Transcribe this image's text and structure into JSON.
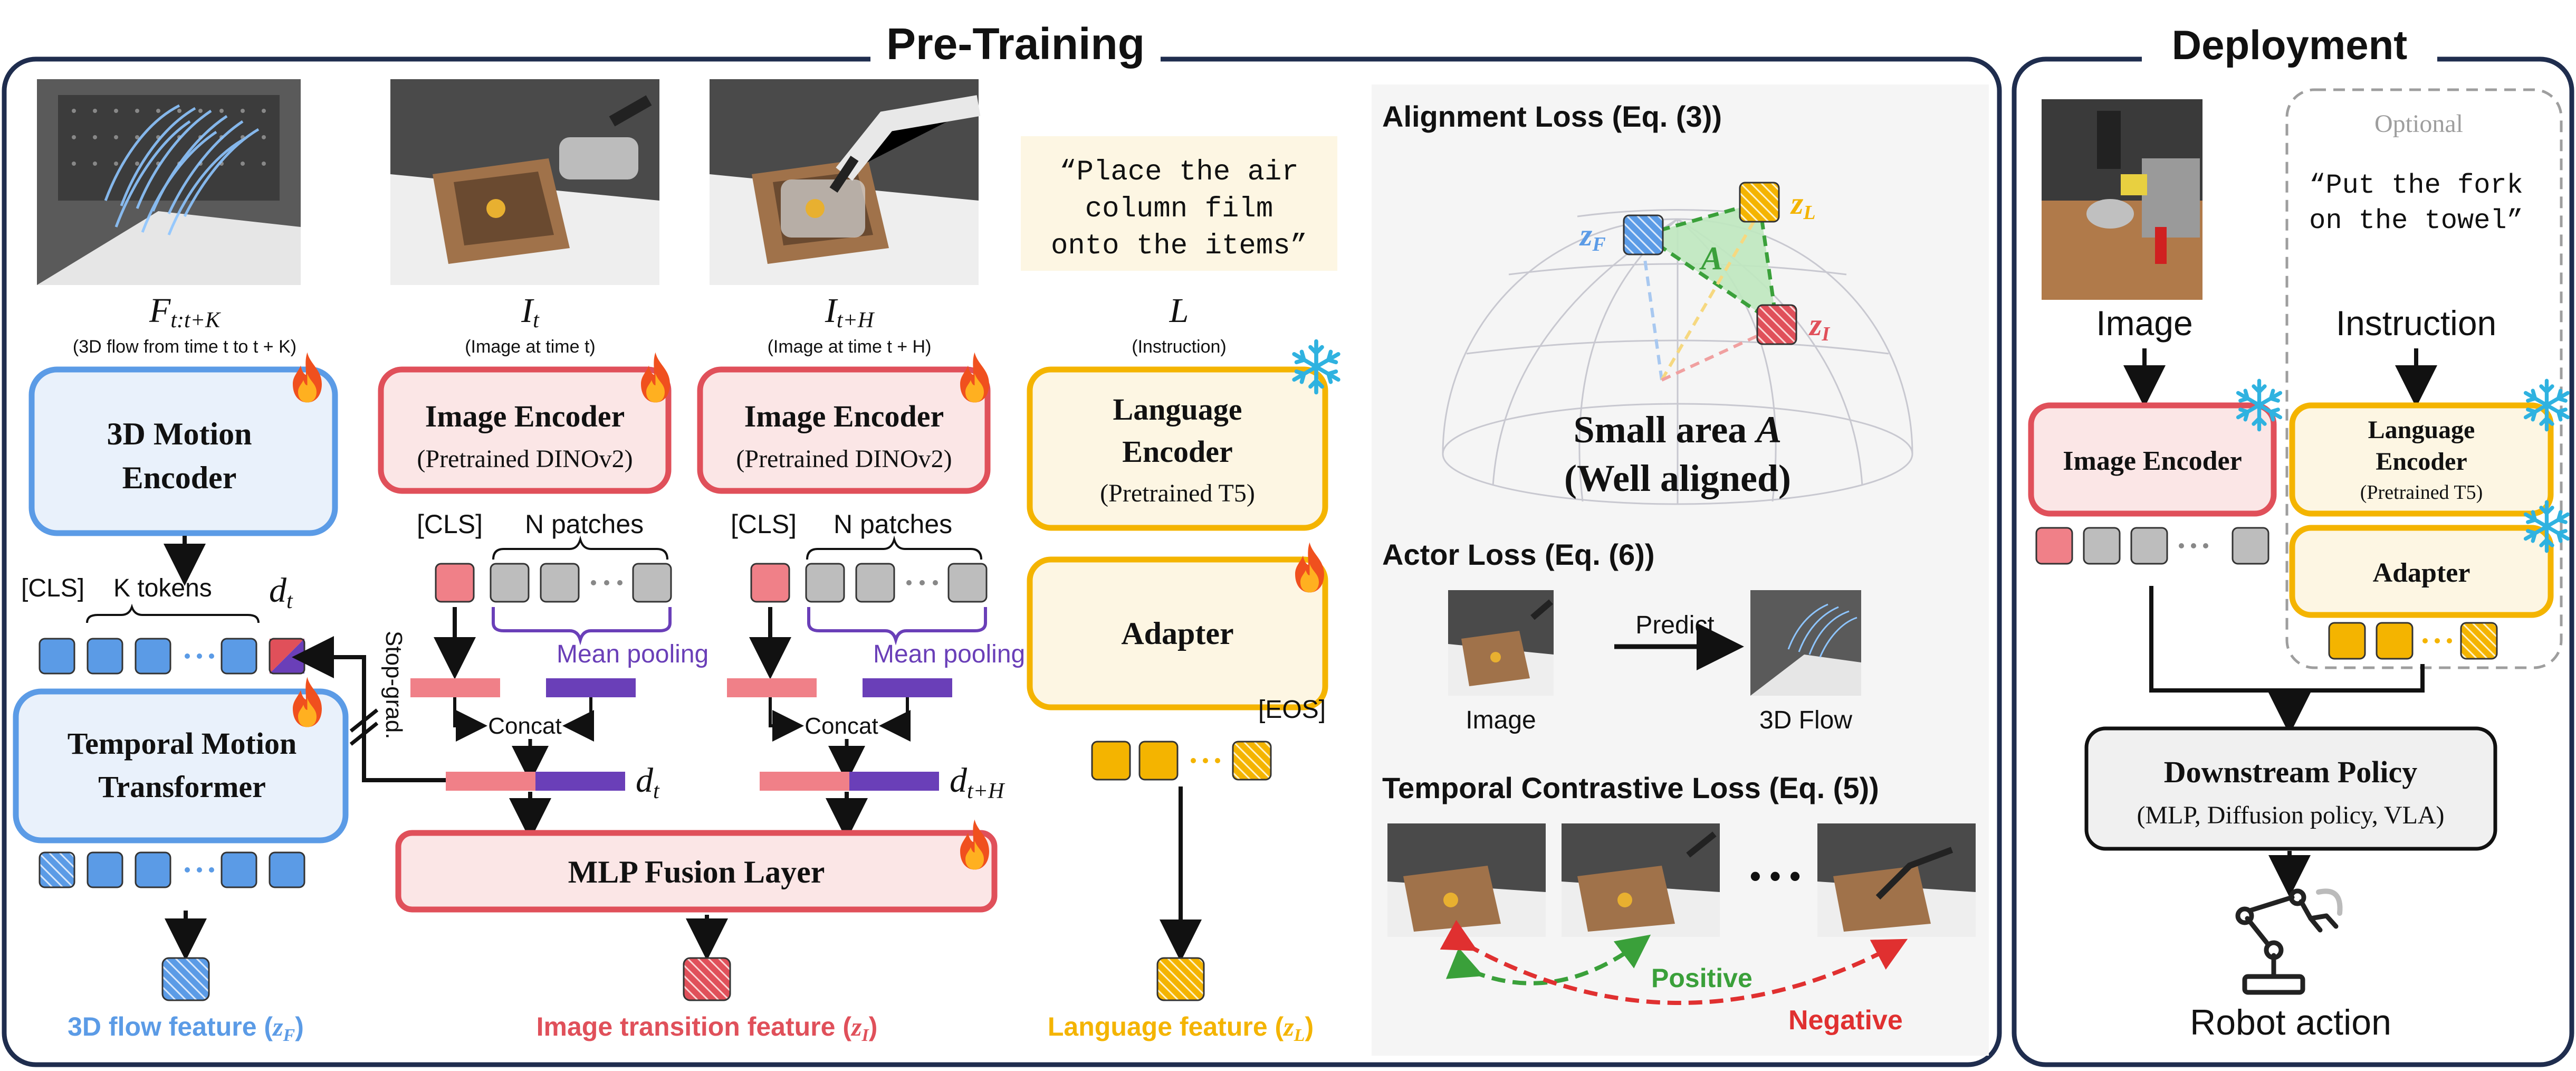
{
  "sections": {
    "pretraining": "Pre-Training",
    "deployment": "Deployment"
  },
  "colors": {
    "blue": "#5b9be6",
    "blue_fill": "#e9f1fb",
    "red": "#e0505a",
    "red_fill": "#fbe6e6",
    "yellow": "#f4b400",
    "yellow_fill": "#fdf6e3",
    "purple": "#6a3fb8",
    "pink": "#f08088",
    "green": "#3aa03a",
    "dashed_red": "#e03030",
    "gray_token": "#bdbdbd",
    "navy_frame": "#1f2d4e",
    "panel_bg": "#f5f5f5"
  },
  "flow": {
    "symbol": "F",
    "subscript": "t:t+K",
    "caption": "(3D flow from time t to t + K)",
    "encoder_line1": "3D Motion",
    "encoder_line2": "Encoder",
    "cls": "[CLS]",
    "tokens": "K tokens",
    "d": "d",
    "d_sub": "t",
    "stop_grad": "Stop-grad.",
    "transformer_line1": "Temporal Motion",
    "transformer_line2": "Transformer",
    "feature_label": "3D flow feature (",
    "feature_z": "z",
    "feature_sub": "F",
    "feature_close": ")"
  },
  "image_t": {
    "symbol": "I",
    "subscript": "t",
    "caption": "(Image at time t)",
    "encoder_line1": "Image Encoder",
    "encoder_line2": "(Pretrained DINOv2)",
    "cls": "[CLS]",
    "patches": "N patches",
    "pooling": "Mean pooling",
    "concat": "Concat",
    "d": "d",
    "d_sub": "t"
  },
  "image_th": {
    "symbol": "I",
    "subscript": "t+H",
    "caption": "(Image at time t + H)",
    "encoder_line1": "Image Encoder",
    "encoder_line2": "(Pretrained DINOv2)",
    "cls": "[CLS]",
    "patches": "N patches",
    "pooling": "Mean pooling",
    "concat": "Concat",
    "d": "d",
    "d_sub": "t+H"
  },
  "fusion": {
    "label": "MLP Fusion Layer",
    "feature_label": "Image transition feature (",
    "feature_z": "z",
    "feature_sub": "I",
    "feature_close": ")"
  },
  "language": {
    "quote_line1": "“Place the air",
    "quote_line2": "column film",
    "quote_line3": "onto the items”",
    "symbol": "L",
    "caption": "(Instruction)",
    "encoder_line1": "Language",
    "encoder_line2": "Encoder",
    "encoder_line3": "(Pretrained T5)",
    "adapter": "Adapter",
    "eos": "[EOS]",
    "feature_label": "Language feature (",
    "feature_z": "z",
    "feature_sub": "L",
    "feature_close": ")"
  },
  "losses": {
    "alignment_title": "Alignment Loss (Eq. (3))",
    "zf": "z",
    "zf_sub": "F",
    "zl": "z",
    "zl_sub": "L",
    "zi": "z",
    "zi_sub": "I",
    "area": "A",
    "small_area": "Small area ",
    "well_aligned": "(Well aligned)",
    "actor_title": "Actor Loss (Eq. (6))",
    "predict": "Predict",
    "actor_image": "Image",
    "actor_flow": "3D Flow",
    "temporal_title": "Temporal Contrastive Loss (Eq. (5))",
    "ellipsis": "• • •",
    "positive": "Positive",
    "negative": "Negative"
  },
  "deployment": {
    "optional": "Optional",
    "quote_line1": "“Put the fork",
    "quote_line2": "on the towel”",
    "image": "Image",
    "instruction": "Instruction",
    "image_encoder": "Image Encoder",
    "lang_line1": "Language",
    "lang_line2": "Encoder",
    "lang_line3": "(Pretrained T5)",
    "adapter": "Adapter",
    "policy_line1": "Downstream Policy",
    "policy_line2": "(MLP, Diffusion policy, VLA)",
    "robot_action": "Robot action"
  },
  "icons": {
    "fire": "fire-icon",
    "snowflake": "snowflake-icon",
    "robot_arm": "robot-arm-icon"
  }
}
